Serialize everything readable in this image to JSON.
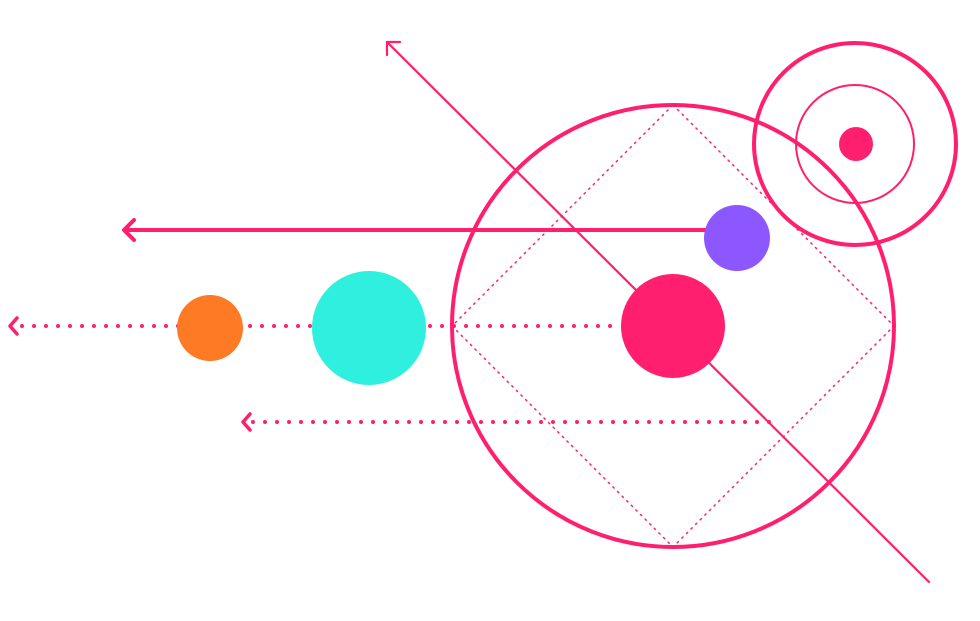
{
  "diagram": {
    "kind": "abstract-orbital-illustration",
    "text": []
  },
  "colors": {
    "background": "#ffffff",
    "accent": "#FF1F6E",
    "orange": "#FF7A24",
    "cyan": "#2FF0DF",
    "purple": "#8C57FF",
    "pink": "#FF1F6E"
  },
  "icons": {
    "arrowheads": [
      "chevron-left-arrowhead",
      "chevron-left-arrowhead",
      "chevron-left-arrowhead",
      "chevron-up-left-arrowhead"
    ]
  }
}
